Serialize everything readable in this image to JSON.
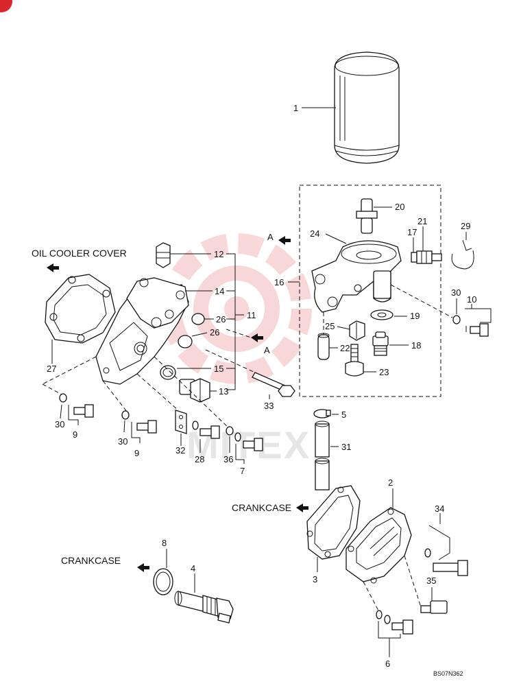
{
  "captions": {
    "oil_cooler_cover": "OIL COOLER COVER",
    "crankcase_mid": "CRANKCASE",
    "crankcase_left": "CRANKCASE",
    "ref_a_top": "A",
    "ref_a_mid": "A"
  },
  "watermark": "MITEX",
  "drawing_code": "BS07N362",
  "callouts": {
    "c1": "1",
    "c2": "2",
    "c3": "3",
    "c4": "4",
    "c5": "5",
    "c6": "6",
    "c7": "7",
    "c8": "8",
    "c9a": "9",
    "c9b": "9",
    "c10": "10",
    "c11": "11",
    "c12": "12",
    "c13": "13",
    "c14": "14",
    "c15": "15",
    "c16": "16",
    "c17": "17",
    "c18": "18",
    "c19": "19",
    "c20": "20",
    "c21": "21",
    "c22": "22",
    "c23": "23",
    "c24": "24",
    "c25": "25",
    "c26a": "26",
    "c26b": "26",
    "c27": "27",
    "c28": "28",
    "c29": "29",
    "c30a": "30",
    "c30b": "30",
    "c30c": "30",
    "c31": "31",
    "c32": "32",
    "c33": "33",
    "c34": "34",
    "c35": "35",
    "c36": "36"
  },
  "colors": {
    "watermark_red": "#f2b8b8",
    "line": "#111111",
    "badge_red": "#d9262c"
  }
}
